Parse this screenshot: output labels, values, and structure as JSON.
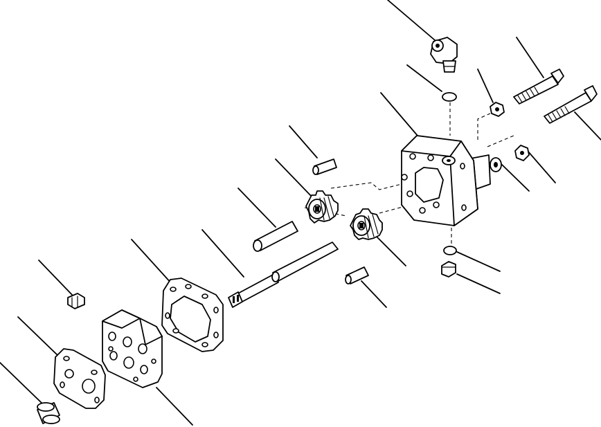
{
  "diagram": {
    "callouts": [
      {
        "id": "swivel-elbow"
      },
      {
        "id": "long-bolt-1"
      },
      {
        "id": "o-ring-top"
      },
      {
        "id": "nut-small-top"
      },
      {
        "id": "pump-body"
      },
      {
        "id": "long-bolt-2"
      },
      {
        "id": "washer-right"
      },
      {
        "id": "nut-right"
      },
      {
        "id": "dowel-pin-top"
      },
      {
        "id": "drive-gear"
      },
      {
        "id": "dowel-pin-long"
      },
      {
        "id": "driven-gear"
      },
      {
        "id": "o-ring-bottom"
      },
      {
        "id": "nut-bottom"
      },
      {
        "id": "drive-shaft"
      },
      {
        "id": "dowel-pin-bottom"
      },
      {
        "id": "gasket"
      },
      {
        "id": "screw"
      },
      {
        "id": "seal-plate"
      },
      {
        "id": "end-cover"
      },
      {
        "id": "bushing"
      }
    ]
  }
}
